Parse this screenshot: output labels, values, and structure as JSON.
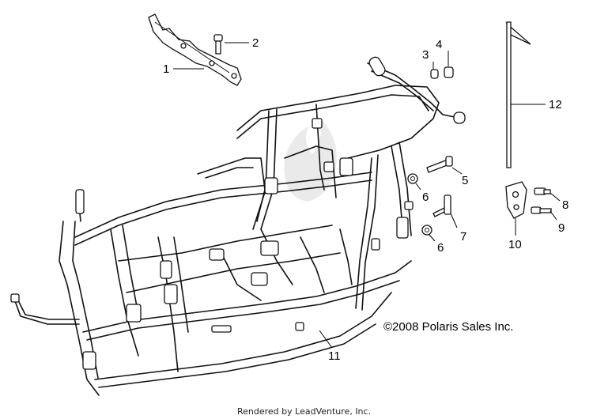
{
  "callouts": [
    {
      "id": "c1",
      "label": "1"
    },
    {
      "id": "c2",
      "label": "2"
    },
    {
      "id": "c3",
      "label": "3"
    },
    {
      "id": "c4",
      "label": "4"
    },
    {
      "id": "c5",
      "label": "5"
    },
    {
      "id": "c6a",
      "label": "6"
    },
    {
      "id": "c6b",
      "label": "6"
    },
    {
      "id": "c7",
      "label": "7"
    },
    {
      "id": "c8",
      "label": "8"
    },
    {
      "id": "c9",
      "label": "9"
    },
    {
      "id": "c10",
      "label": "10"
    },
    {
      "id": "c11",
      "label": "11"
    },
    {
      "id": "c12",
      "label": "12"
    }
  ],
  "copyright": "©2008 Polaris Sales Inc.",
  "footer": "Rendered by LeadVenture, Inc.",
  "watermark": "LEADVENTURE"
}
